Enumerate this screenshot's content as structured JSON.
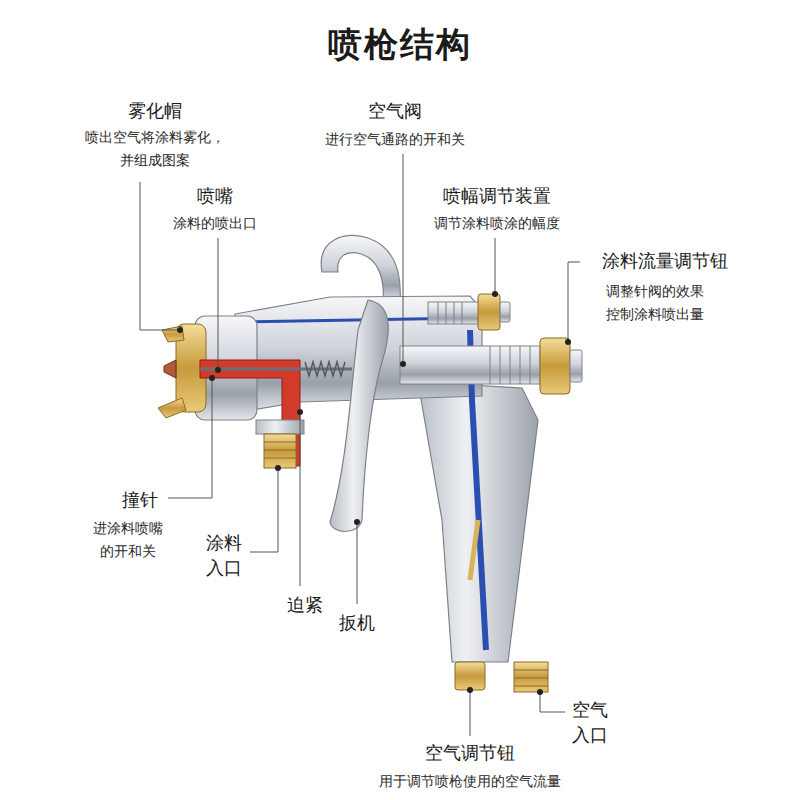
{
  "diagram": {
    "title": "喷枪结构",
    "labels": [
      "雾化帽",
      "喷出空气将涂料雾化， 并组成图案",
      "喷嘴",
      "涂料的喷出口",
      "空气阀",
      "进行空气通路的开和关",
      "喷幅调节装置",
      "调节涂料喷涂的幅度",
      "涂料流量调节钮",
      "调整针阀的效果 控制涂料喷出量",
      "撞针",
      "进涂料喷嘴 的开和关",
      "涂料 入口",
      "迫紧",
      "扳机",
      "空气 入口",
      "空气调节钮",
      "用于调节喷枪使用的空气流量"
    ]
  }
}
